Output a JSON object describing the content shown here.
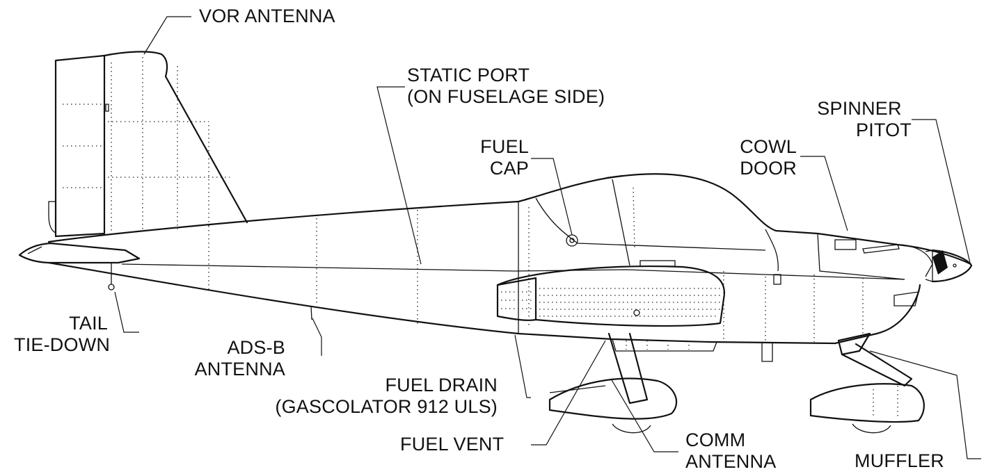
{
  "labels": {
    "vor_antenna": "VOR ANTENNA",
    "static_port": [
      "STATIC PORT",
      "(ON FUSELAGE SIDE)"
    ],
    "spinner_pitot": [
      "SPINNER",
      "PITOT"
    ],
    "fuel_cap": [
      "FUEL",
      "CAP"
    ],
    "cowl_door": [
      "COWL",
      "DOOR"
    ],
    "tail_tie_down": [
      "TAIL",
      "TIE-DOWN"
    ],
    "ads_b_antenna": [
      "ADS-B",
      "ANTENNA"
    ],
    "fuel_drain": [
      "FUEL DRAIN",
      "(GASCOLATOR 912 ULS)"
    ],
    "fuel_vent": "FUEL VENT",
    "comm_antenna": [
      "COMM",
      "ANTENNA"
    ],
    "muffler": "MUFFLER"
  }
}
